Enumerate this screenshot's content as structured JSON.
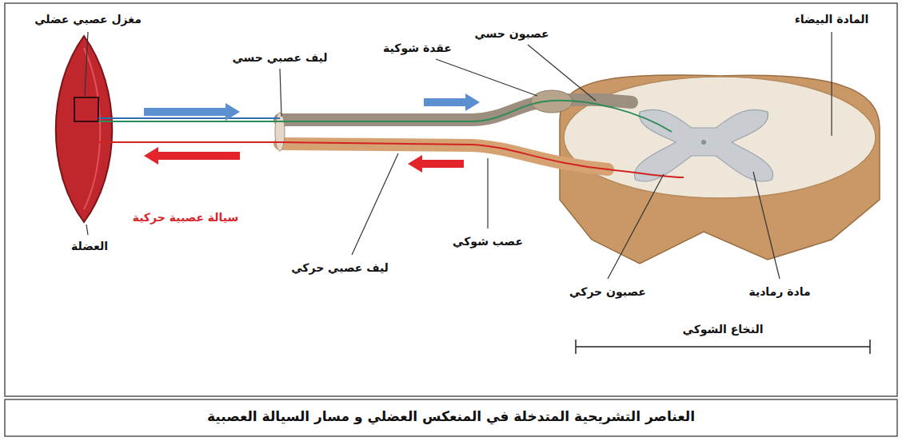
{
  "diagram": {
    "caption": "العناصر التشريحية المتدخلة في المنعكس العضلي و مسار السيالة العصبية",
    "labels": [
      "مغزل عصبي عضلي",
      "ليف عصبي حسي",
      "عقدة شوكية",
      "عصبون حسي",
      "المادة البيضاء",
      "سيالة عصبية حركية",
      "العضلة",
      "عصب شوكي",
      "ليف عصبي حركي",
      "عصبون حركي",
      "مادة رمادية",
      "النخاع الشوكي"
    ]
  }
}
